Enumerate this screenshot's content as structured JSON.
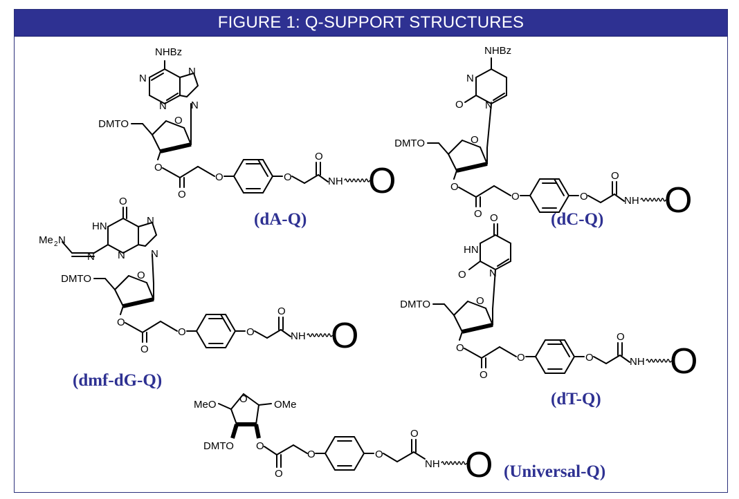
{
  "figure": {
    "title": "FIGURE 1: Q-SUPPORT STRUCTURES",
    "colors": {
      "banner": "#2e3192",
      "label": "#2e3192",
      "structure": "#000000"
    }
  },
  "atoms": {
    "nhbz": "NHBz",
    "n": "N",
    "o": "O",
    "nh": "NH",
    "hn": "HN",
    "dmto": "DMTO",
    "meo": "MeO",
    "ome": "OMe",
    "me2n": "Me",
    "me2n_sub": "2",
    "support": "O"
  },
  "structures": [
    {
      "id": "dA",
      "label": "(dA-Q)"
    },
    {
      "id": "dC",
      "label": "(dC-Q)"
    },
    {
      "id": "dG",
      "label": "(dmf-dG-Q)"
    },
    {
      "id": "dT",
      "label": "(dT-Q)"
    },
    {
      "id": "universal",
      "label": "(Universal-Q)"
    }
  ]
}
